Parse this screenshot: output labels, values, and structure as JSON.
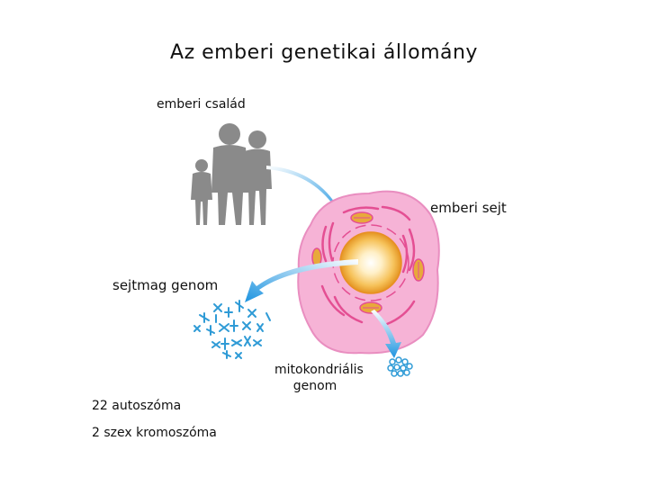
{
  "title": "Az emberi genetikai állomány",
  "labels": {
    "family": "emberi család",
    "cell": "emberi sejt",
    "nucleus_genome": "sejtmag genom",
    "mito_genome_line1": "mitokondriális",
    "mito_genome_line2": "genom",
    "autosomes": "22 autoszóma",
    "sex_chromosomes": "2 szex kromoszóma"
  },
  "colors": {
    "silhouette": "#8a8a8a",
    "cell_body": "#f6b3d6",
    "cell_edge": "#e98ec0",
    "organelle": "#e44f93",
    "nucleus_outer": "#f2a623",
    "nucleus_inner": "#ffe3a3",
    "arrow": "#2aa0e6",
    "chromosome": "#2f9bd6"
  }
}
